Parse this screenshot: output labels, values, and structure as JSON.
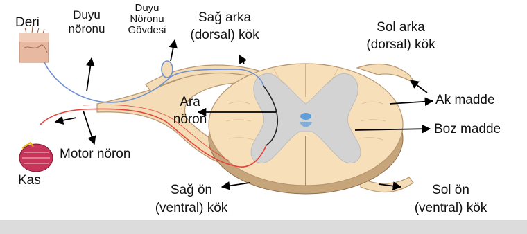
{
  "labels": {
    "deri": "Deri",
    "duyu_noronu_1": "Duyu",
    "duyu_noronu_2": "nöronu",
    "govde_1": "Duyu",
    "govde_2": "Nöronu",
    "govde_3": "Gövdesi",
    "sag_arka_1": "Sağ arka",
    "sag_arka_2": "(dorsal) kök",
    "sol_arka_1": "Sol arka",
    "sol_arka_2": "(dorsal) kök",
    "ara_1": "Ara",
    "ara_2": "nöron",
    "ak_madde": "Ak madde",
    "boz_madde": "Boz madde",
    "motor_noron": "Motor nöron",
    "kas": "Kas",
    "sag_on_1": "Sağ ön",
    "sag_on_2": "(ventral) kök",
    "sol_on_1": "Sol ön",
    "sol_on_2": "(ventral) kök"
  },
  "colors": {
    "white_matter": "#f6dfb9",
    "white_matter_edge": "#b69670",
    "gray_matter": "#d3d3d3",
    "root_fill": "#f3dcb6",
    "root_shadow": "#c7a57b",
    "sensory_neuron": "#6f8fcf",
    "motor_neuron": "#e8423c",
    "canal": "#5f9ed8"
  }
}
